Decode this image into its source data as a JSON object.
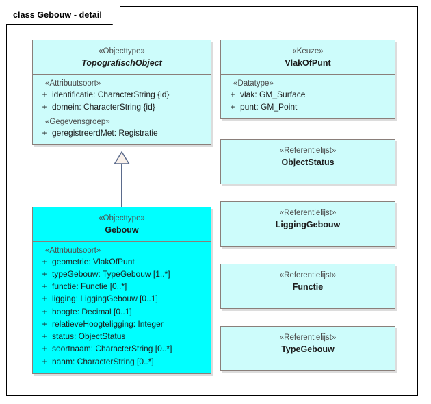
{
  "diagram": {
    "title": "class Gebouw - detail",
    "colors": {
      "box_fill": "#CDFCFB",
      "highlight_fill": "#00FFFF",
      "box_border": "#8A7F7A",
      "connector": "#5B6B8C",
      "frame_border": "#000000",
      "text": "#1C1C1C",
      "stereotype_text": "#4D4D4D",
      "shadow": "#DCDCDC"
    }
  },
  "classes": {
    "topografischObject": {
      "stereotype": "«Objecttype»",
      "name": "TopografischObject",
      "groups": [
        {
          "label": "«Attribuutsoort»",
          "attributes": [
            {
              "visibility": "+",
              "text": "identificatie: CharacterString {id}"
            },
            {
              "visibility": "+",
              "text": "domein: CharacterString {id}"
            }
          ]
        },
        {
          "label": "«Gegevensgroep»",
          "attributes": [
            {
              "visibility": "+",
              "text": "geregistreerdMet: Registratie"
            }
          ]
        }
      ]
    },
    "gebouw": {
      "stereotype": "«Objecttype»",
      "name": "Gebouw",
      "groups": [
        {
          "label": "«Attribuutsoort»",
          "attributes": [
            {
              "visibility": "+",
              "text": "geometrie: VlakOfPunt"
            },
            {
              "visibility": "+",
              "text": "typeGebouw: TypeGebouw [1..*]"
            },
            {
              "visibility": "+",
              "text": "functie: Functie [0..*]"
            },
            {
              "visibility": "+",
              "text": "ligging: LiggingGebouw [0..1]"
            },
            {
              "visibility": "+",
              "text": "hoogte: Decimal [0..1]"
            },
            {
              "visibility": "+",
              "text": "relatieveHoogteligging: Integer"
            },
            {
              "visibility": "+",
              "text": "status: ObjectStatus"
            },
            {
              "visibility": "+",
              "text": "soortnaam: CharacterString [0..*]"
            },
            {
              "visibility": "+",
              "text": "naam: CharacterString [0..*]"
            }
          ]
        }
      ]
    },
    "vlakOfPunt": {
      "stereotype": "«Keuze»",
      "name": "VlakOfPunt",
      "groups": [
        {
          "label": "«Datatype»",
          "attributes": [
            {
              "visibility": "+",
              "text": "vlak: GM_Surface"
            },
            {
              "visibility": "+",
              "text": "punt: GM_Point"
            }
          ]
        }
      ]
    }
  },
  "referentielijsten": [
    {
      "stereotype": "«Referentielijst»",
      "name": "ObjectStatus"
    },
    {
      "stereotype": "«Referentielijst»",
      "name": "LiggingGebouw"
    },
    {
      "stereotype": "«Referentielijst»",
      "name": "Functie"
    },
    {
      "stereotype": "«Referentielijst»",
      "name": "TypeGebouw"
    }
  ],
  "connector": {
    "type": "generalization",
    "from": "Gebouw",
    "to": "TopografischObject"
  }
}
